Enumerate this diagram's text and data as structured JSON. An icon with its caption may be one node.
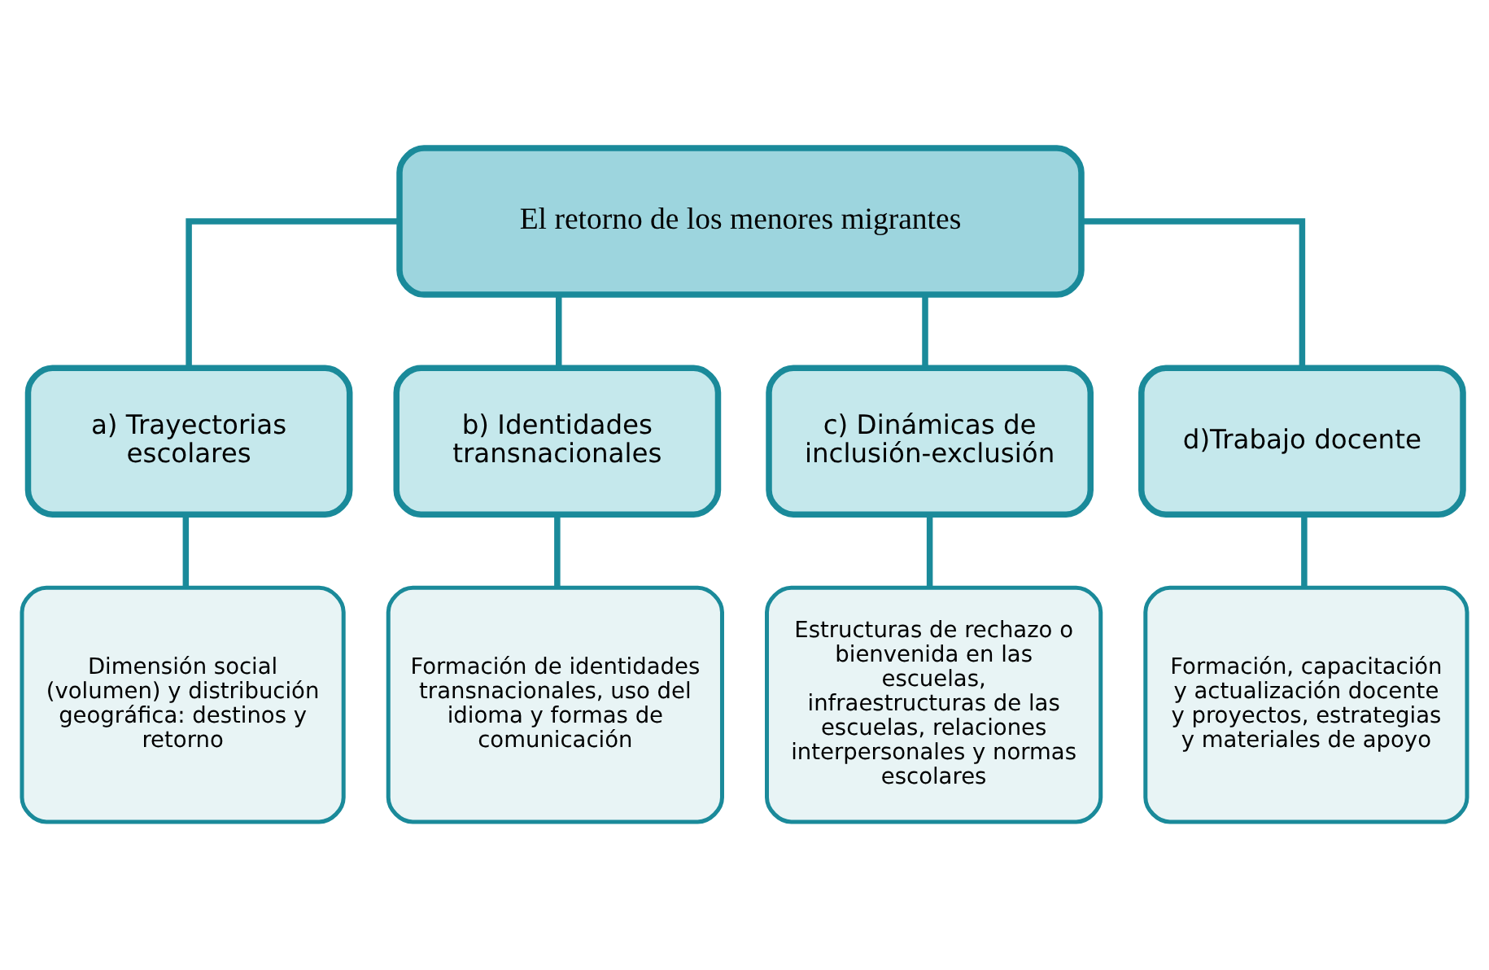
{
  "diagram": {
    "nodes": [
      {
        "text": [
          "El retorno de los menores migrantes"
        ]
      },
      {
        "text": [
          "a) Trayectorias escolares"
        ]
      },
      {
        "text": [
          "b) Identidades transnacionales"
        ]
      },
      {
        "text": [
          "c) Dinámicas de inclusión-exclusión"
        ]
      },
      {
        "text": [
          "d)Trabajo docente"
        ]
      },
      {
        "text": [
          "Dimensión social (volumen) y distribución geográfica: destinos y retorno"
        ]
      },
      {
        "text": [
          "Formación de identidades transnacionales, uso del idioma y formas de comunicación"
        ]
      },
      {
        "text": [
          "Estructuras de rechazo o bienvenida en las escuelas, infraestructuras de las escuelas, relaciones interpersonales y normas escolares"
        ]
      },
      {
        "text": [
          "Formación, capacitación y actualización docente y proyectos, estrategias y materiales de apoyo"
        ]
      }
    ],
    "edges": [
      {
        "from": 0,
        "to": 1,
        "arrow": "none"
      },
      {
        "from": 0,
        "to": 2,
        "arrow": "none"
      },
      {
        "from": 0,
        "to": 3,
        "arrow": "none"
      },
      {
        "from": 0,
        "to": 4,
        "arrow": "none"
      },
      {
        "from": 1,
        "to": 5,
        "arrow": "none"
      },
      {
        "from": 2,
        "to": 6,
        "arrow": "none"
      },
      {
        "from": 3,
        "to": 7,
        "arrow": "none"
      },
      {
        "from": 4,
        "to": 8,
        "arrow": "none"
      }
    ]
  }
}
